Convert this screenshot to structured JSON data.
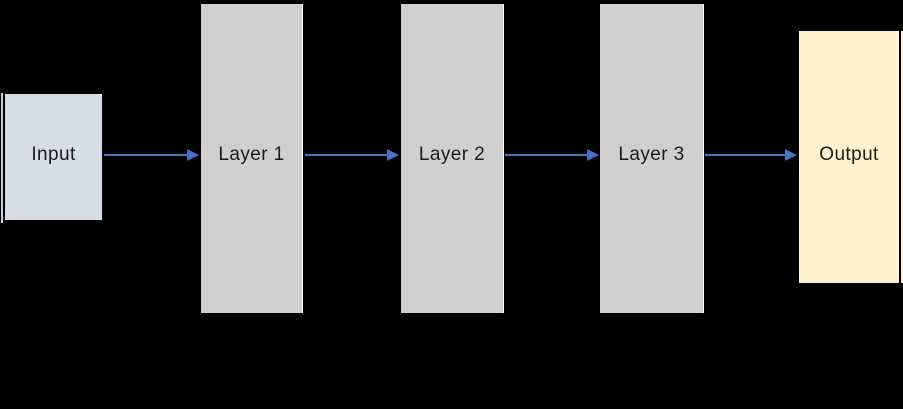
{
  "diagram": {
    "type": "flow-diagram",
    "background_color": "#000000",
    "arrow_color": "#4472c4",
    "text_color": "#1b1b1b",
    "nodes": [
      {
        "id": "input",
        "label": "Input",
        "fill": "#d7dde6"
      },
      {
        "id": "layer1",
        "label": "Layer 1",
        "fill": "#d0cece"
      },
      {
        "id": "layer2",
        "label": "Layer 2",
        "fill": "#d0cece"
      },
      {
        "id": "layer3",
        "label": "Layer 3",
        "fill": "#d0cece"
      },
      {
        "id": "output",
        "label": "Output",
        "fill": "#fff2cc"
      }
    ],
    "edges": [
      {
        "from": "Input",
        "to": "Layer 1"
      },
      {
        "from": "Layer 1",
        "to": "Layer 2"
      },
      {
        "from": "Layer 2",
        "to": "Layer 3"
      },
      {
        "from": "Layer 3",
        "to": "Output"
      }
    ],
    "artifacts": {
      "left_edge_line_color": "#c9cfd7",
      "layer_right_edge_line_color": "#ffffff",
      "right_edge_sliver_color": "#fbeecb"
    }
  }
}
